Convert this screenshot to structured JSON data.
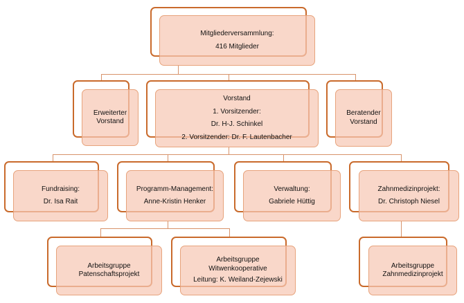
{
  "nodes": {
    "mitglieder": [
      "Mitgliederversammlung:",
      "416 Mitglieder"
    ],
    "erweiterter": [
      "Erweiterter",
      "Vorstand"
    ],
    "vorstand": [
      "Vorstand",
      "1. Vorsitzender:",
      "Dr. H-J. Schinkel",
      "2. Vorsitzender: Dr. F. Lautenbacher"
    ],
    "beratender": [
      "Beratender",
      "Vorstand"
    ],
    "fundraising": [
      "Fundraising:",
      "Dr. Isa Rait"
    ],
    "programm": [
      "Programm-Management:",
      "Anne-Kristin Henker"
    ],
    "verwaltung": [
      "Verwaltung:",
      "Gabriele Hüttig"
    ],
    "zahnmedizin": [
      "Zahnmedizinprojekt:",
      "Dr. Christoph Niesel"
    ],
    "patenschaft": [
      "Arbeitsgruppe",
      "Patenschaftsprojekt"
    ],
    "witwen": [
      "Arbeitsgruppe",
      "Witwenkooperative",
      "Leitung: K. Weiland-Zejewski"
    ],
    "ag_zahn": [
      "Arbeitsgruppe",
      "Zahnmedizinprojekt"
    ]
  },
  "colors": {
    "stroke": "#c96a2b",
    "fill": "#f6c8b4",
    "connector": "#d7926a"
  }
}
